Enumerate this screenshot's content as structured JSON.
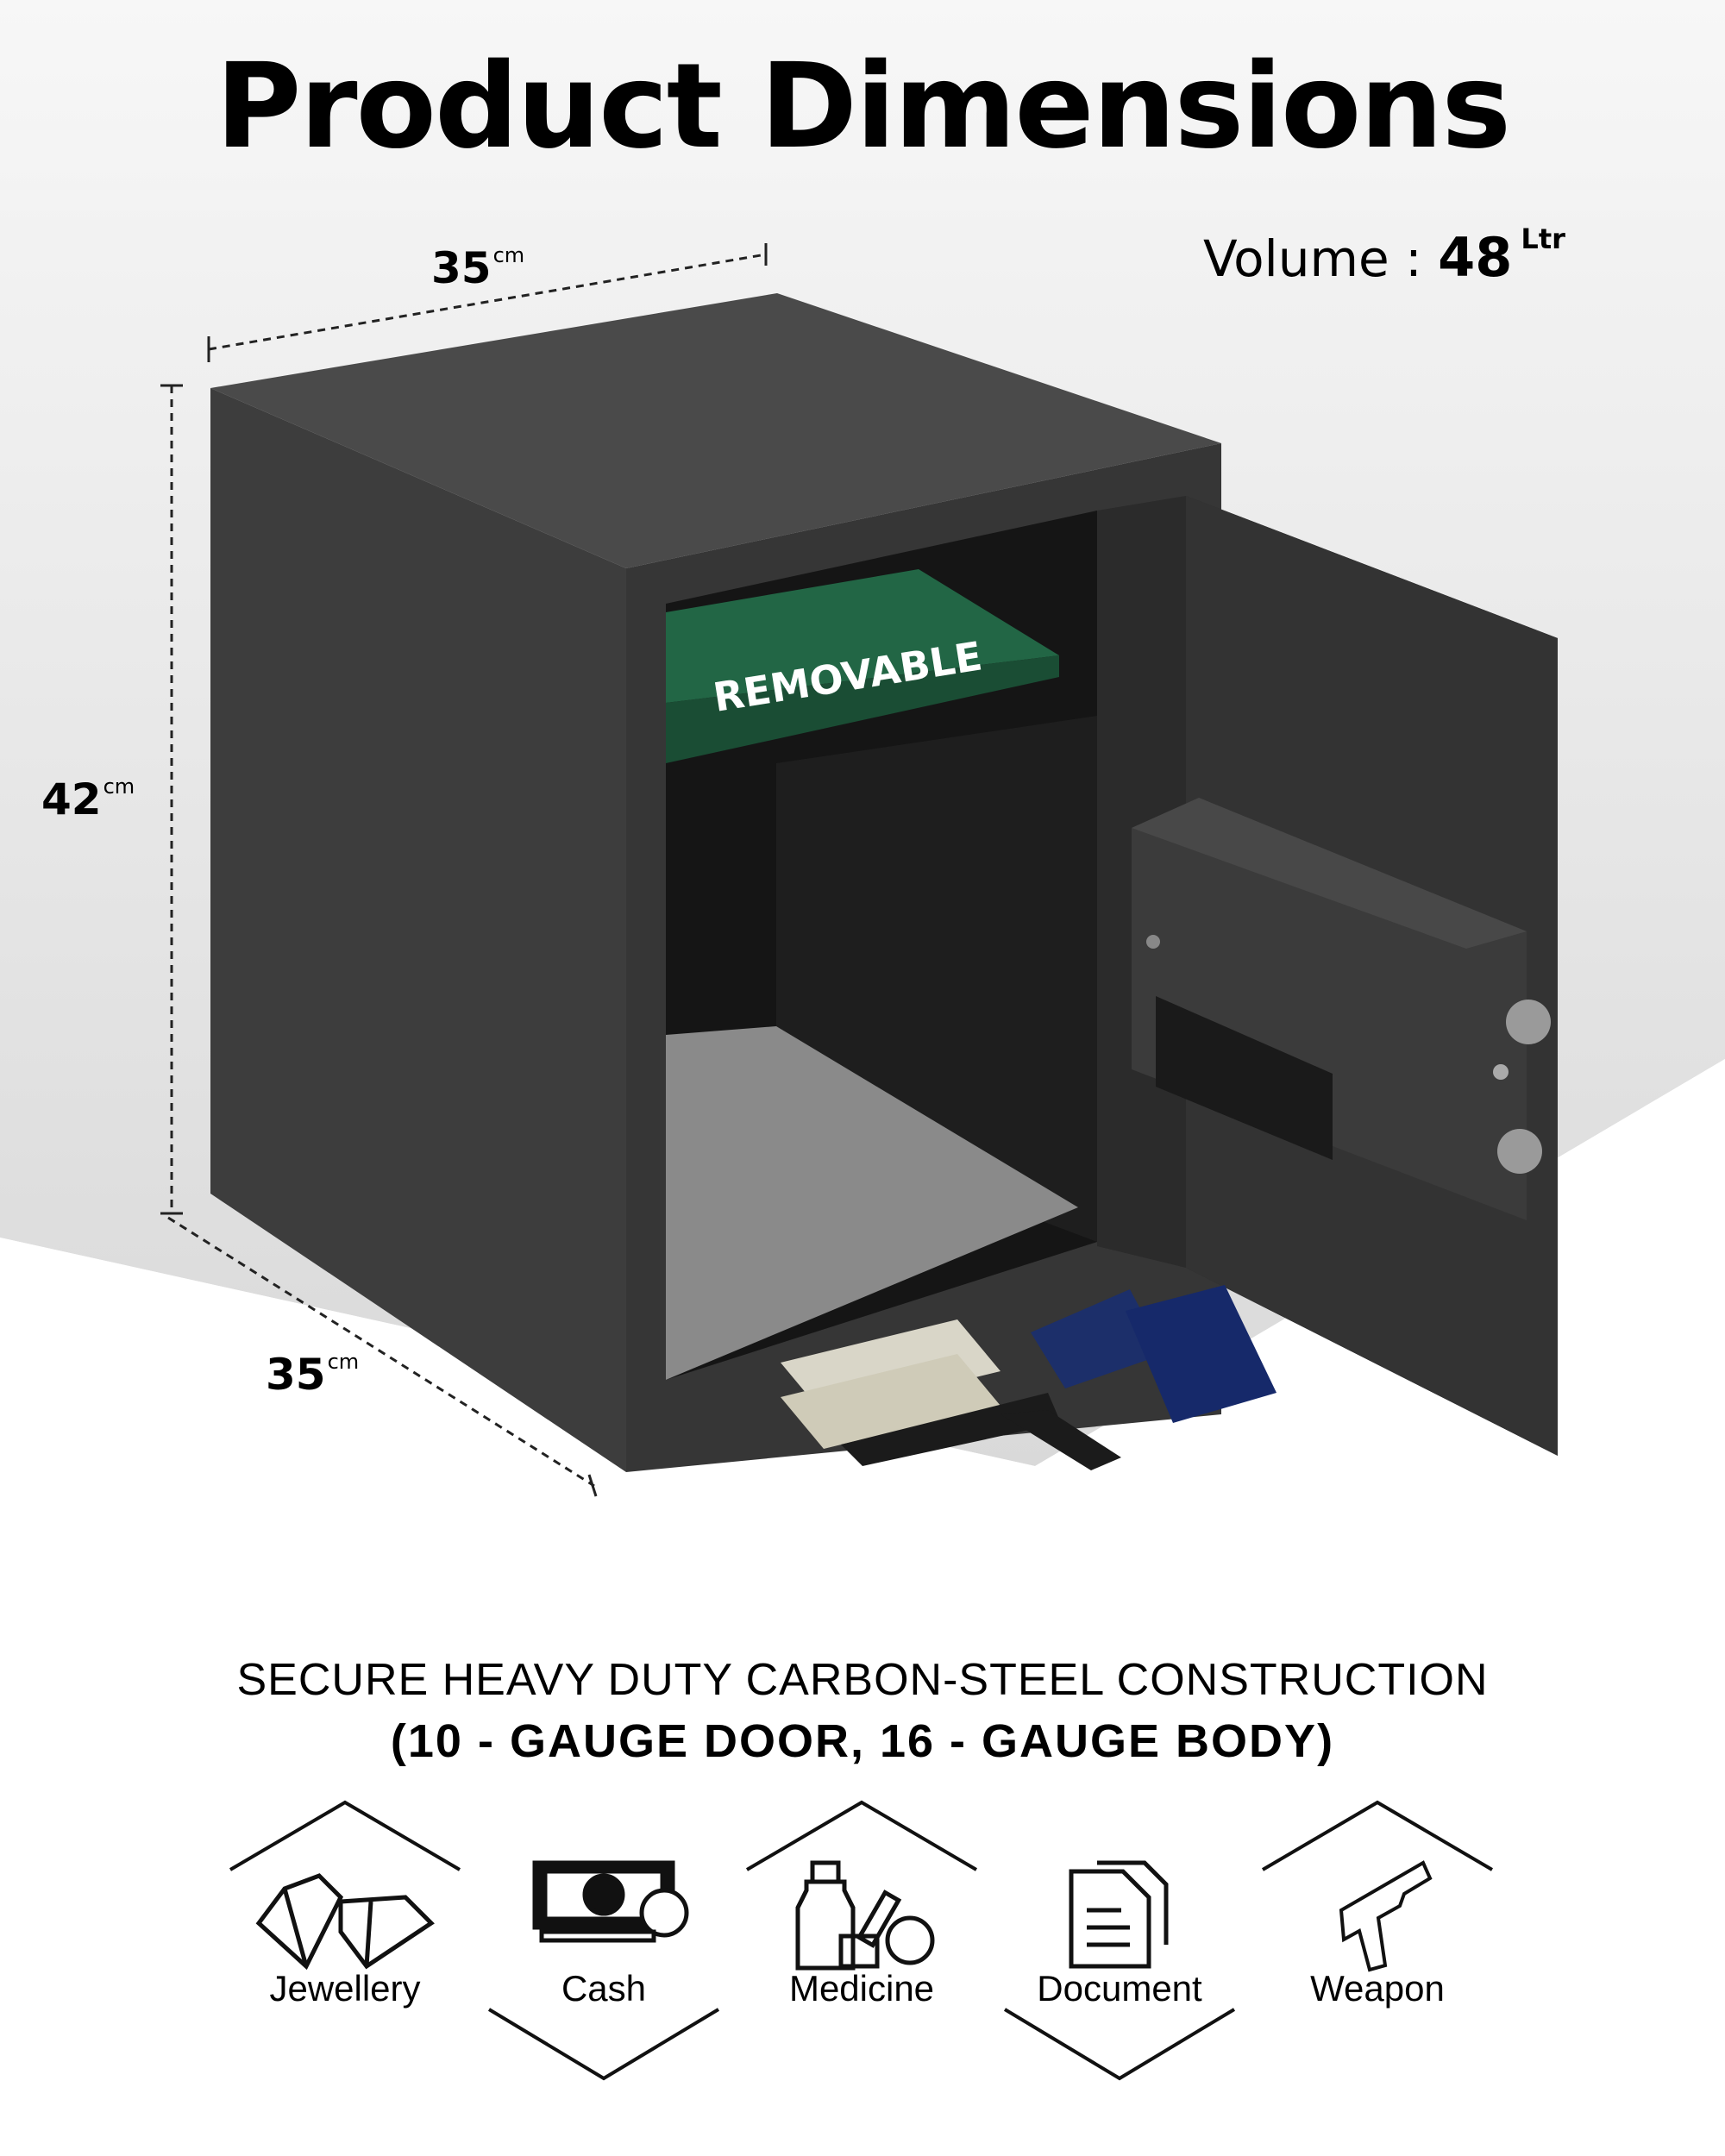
{
  "header": {
    "title": "Product Dimensions"
  },
  "volume": {
    "label": "Volume :",
    "value": "48",
    "unit": "Ltr"
  },
  "dimensions": {
    "width": {
      "value": "35",
      "unit": "cm"
    },
    "height": {
      "value": "42",
      "unit": "cm"
    },
    "depth": {
      "value": "35",
      "unit": "cm"
    }
  },
  "shelf_label": "REMOVABLE",
  "spec": {
    "line1": "SECURE HEAVY DUTY CARBON-STEEL CONSTRUCTION",
    "line2": "(10 - GAUGE DOOR, 16 - GAUGE BODY)"
  },
  "features": [
    {
      "label": "Jewellery",
      "icon": "diamond-icon"
    },
    {
      "label": "Cash",
      "icon": "cash-icon"
    },
    {
      "label": "Medicine",
      "icon": "medicine-icon"
    },
    {
      "label": "Document",
      "icon": "document-icon"
    },
    {
      "label": "Weapon",
      "icon": "gun-icon"
    }
  ],
  "colors": {
    "safe_body": "#3c3c3c",
    "shelf": "#1f5a3c",
    "carpet": "#8a8a8a"
  }
}
